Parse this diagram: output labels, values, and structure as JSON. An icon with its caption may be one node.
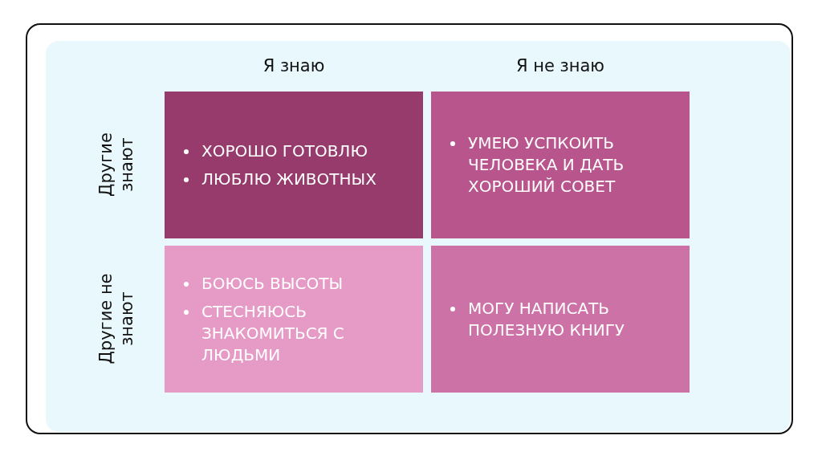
{
  "diagram": {
    "nodes": [
      {
        "text": [
          "ХОРОШО ГОТОВЛЮ",
          "ЛЮБЛЮ ЖИВОТНЫХ"
        ]
      },
      {
        "text": [
          "УМЕЮ УСПКОИТЬ ЧЕЛОВЕКА И ДАТЬ ХОРОШИЙ СОВЕТ"
        ]
      },
      {
        "text": [
          "БОЮСЬ ВЫСОТЫ",
          "СТЕСНЯЮСЬ ЗНАКОМИТЬСЯ С ЛЮДЬМИ"
        ]
      },
      {
        "text": [
          "МОГУ НАПИСАТЬ ПОЛЕЗНУЮ КНИГУ"
        ]
      }
    ],
    "edges": [],
    "labels": [
      "Я знаю",
      "Я не знаю",
      "Другие знают",
      "Другие не знают"
    ]
  }
}
